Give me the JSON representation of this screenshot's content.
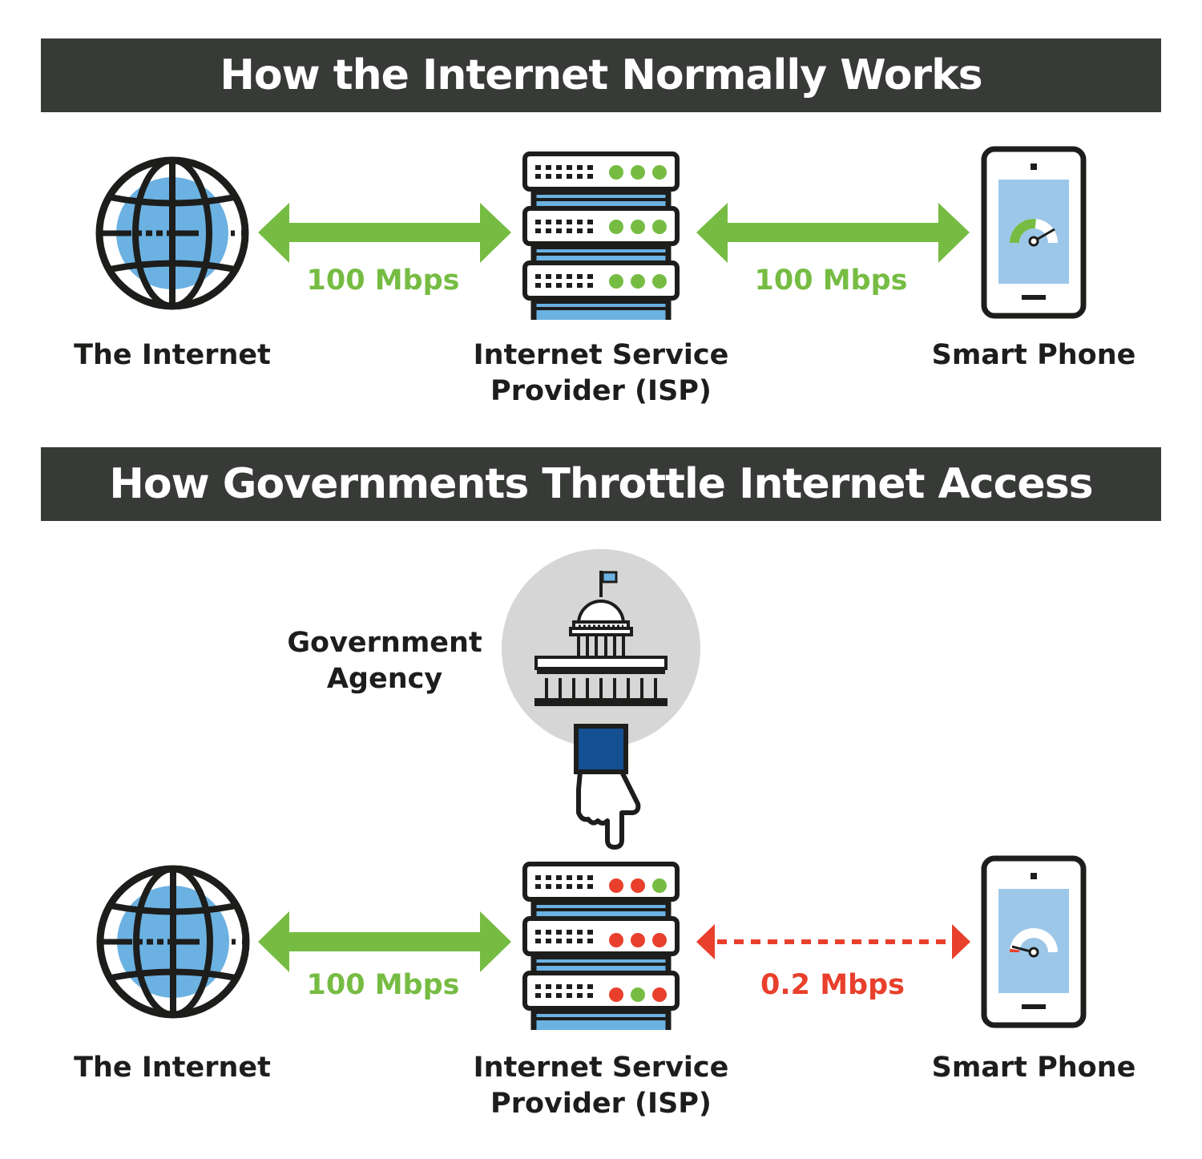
{
  "section1": {
    "title": "How the Internet Normally Works",
    "left_speed": "100 Mbps",
    "right_speed": "100 Mbps",
    "internet_label": "The Internet",
    "isp_label_line1": "Internet Service",
    "isp_label_line2": "Provider (ISP)",
    "phone_label": "Smart Phone"
  },
  "section2": {
    "title": "How Governments Throttle Internet Access",
    "gov_label_line1": "Government",
    "gov_label_line2": "Agency",
    "left_speed": "100 Mbps",
    "right_speed": "0.2 Mbps",
    "internet_label": "The Internet",
    "isp_label_line1": "Internet Service",
    "isp_label_line2": "Provider (ISP)",
    "phone_label": "Smart Phone"
  },
  "colors": {
    "banner": "#383a38",
    "green": "#76bc43",
    "red": "#e8402c",
    "blue": "#6bb1e2",
    "light_blue": "#9dc7e9",
    "navy": "#144f92",
    "ink": "#1d1d1b",
    "grey_circle": "#d6d6d6"
  },
  "icons": {
    "globe": "globe-icon",
    "server": "server-icon",
    "phone": "smartphone-icon",
    "government": "government-building-icon",
    "hand": "pointing-hand-icon"
  }
}
